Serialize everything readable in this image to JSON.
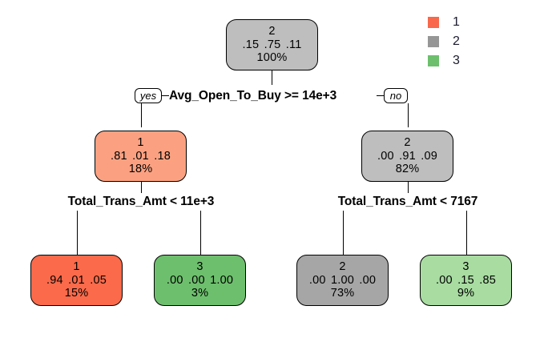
{
  "chart_data": {
    "type": "diagram",
    "title": "",
    "diagram_kind": "decision-tree",
    "legend": {
      "position": "top-right",
      "entries": [
        {
          "label": "1",
          "color": "#F9684B"
        },
        {
          "label": "2",
          "color": "#969696"
        },
        {
          "label": "3",
          "color": "#6DBF6D"
        }
      ]
    },
    "nodes": [
      {
        "id": "root",
        "predicted_class": "2",
        "probs": [
          ".15",
          ".75",
          ".11"
        ],
        "percent": "100%",
        "fill": "#BEBEBE"
      },
      {
        "id": "left",
        "predicted_class": "1",
        "probs": [
          ".81",
          ".01",
          ".18"
        ],
        "percent": "18%",
        "fill": "#FBA181"
      },
      {
        "id": "right",
        "predicted_class": "2",
        "probs": [
          ".00",
          ".91",
          ".09"
        ],
        "percent": "82%",
        "fill": "#BEBEBE"
      },
      {
        "id": "leaf1",
        "predicted_class": "1",
        "probs": [
          ".94",
          ".01",
          ".05"
        ],
        "percent": "15%",
        "fill": "#FB6A4A"
      },
      {
        "id": "leaf2",
        "predicted_class": "3",
        "probs": [
          ".00",
          ".00",
          "1.00"
        ],
        "percent": "3%",
        "fill": "#6DBF6D"
      },
      {
        "id": "leaf3",
        "predicted_class": "2",
        "probs": [
          ".00",
          "1.00",
          ".00"
        ],
        "percent": "73%",
        "fill": "#A6A6A6"
      },
      {
        "id": "leaf4",
        "predicted_class": "3",
        "probs": [
          ".00",
          ".15",
          ".85"
        ],
        "percent": "9%",
        "fill": "#A8DCA1"
      }
    ],
    "splits": [
      {
        "id": "split-root",
        "text": "Avg_Open_To_Buy >= 14e+3",
        "yes_label": "yes",
        "no_label": "no"
      },
      {
        "id": "split-left",
        "text": "Total_Trans_Amt < 11e+3"
      },
      {
        "id": "split-right",
        "text": "Total_Trans_Amt < 7167"
      }
    ]
  }
}
